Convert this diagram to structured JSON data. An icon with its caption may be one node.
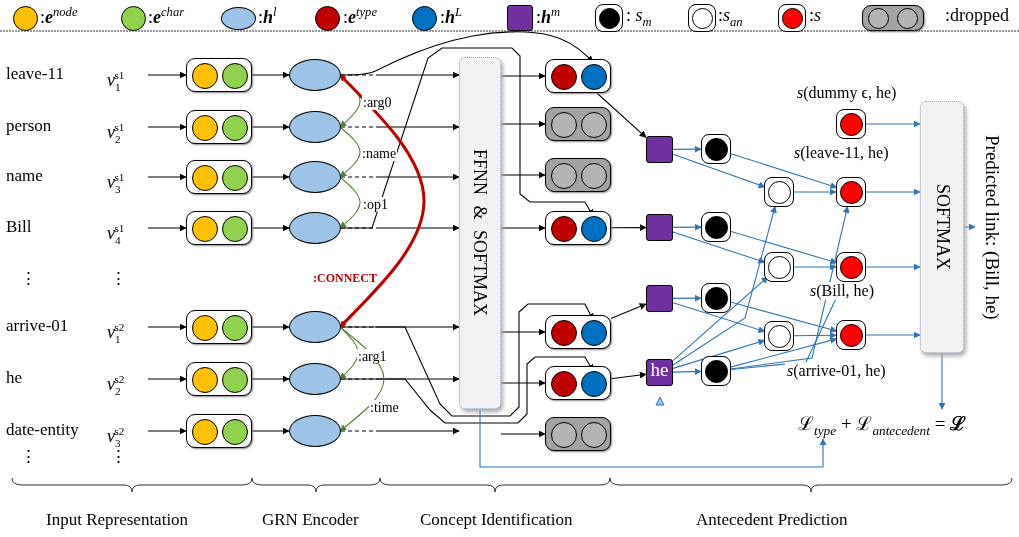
{
  "diagram": {
    "nodes": [
      {
        "text": [
          "*v*$_{1}$$^{s1}$"
        ]
      },
      {
        "text": [
          "*v*$_{2}$$^{s1}$"
        ]
      },
      {
        "text": [
          "*v*$_{3}$$^{s1}$"
        ]
      },
      {
        "text": [
          "*v*$_{4}$$^{s1}$"
        ]
      },
      {
        "text": [
          "*v*$_{1}$$^{s2}$"
        ]
      },
      {
        "text": [
          "*v*$_{2}$$^{s2}$"
        ]
      },
      {
        "text": [
          "*v*$_{3}$$^{s2}$"
        ]
      },
      {
        "text": [],
        "shape": "box"
      },
      {
        "text": [],
        "shape": "box"
      },
      {
        "text": [],
        "shape": "box"
      },
      {
        "text": [],
        "shape": "box"
      },
      {
        "text": [],
        "shape": "box"
      },
      {
        "text": [],
        "shape": "box"
      },
      {
        "text": [],
        "shape": "box"
      },
      {
        "text": [],
        "shape": "ellipse"
      },
      {
        "text": [],
        "shape": "ellipse"
      },
      {
        "text": [],
        "shape": "ellipse"
      },
      {
        "text": [],
        "shape": "ellipse"
      },
      {
        "text": [],
        "shape": "ellipse"
      },
      {
        "text": [],
        "shape": "ellipse"
      },
      {
        "text": [],
        "shape": "ellipse"
      },
      {
        "text": [
          "FFNN & SOFTMAX"
        ]
      },
      {
        "text": [],
        "shape": "box"
      },
      {
        "text": [],
        "shape": "box"
      },
      {
        "text": [],
        "shape": "box"
      },
      {
        "text": [],
        "shape": "box"
      },
      {
        "text": [],
        "shape": "box"
      },
      {
        "text": [],
        "shape": "box"
      },
      {
        "text": [],
        "shape": "box"
      },
      {
        "text": [],
        "shape": "box"
      },
      {
        "text": [],
        "shape": "box"
      },
      {
        "text": [],
        "shape": "box"
      },
      {
        "text": [
          "he"
        ]
      },
      {
        "text": [],
        "shape": "circle"
      },
      {
        "text": [],
        "shape": "circle"
      },
      {
        "text": [],
        "shape": "circle"
      },
      {
        "text": [],
        "shape": "circle"
      },
      {
        "text": [],
        "shape": "circle"
      },
      {
        "text": [],
        "shape": "circle"
      },
      {
        "text": [],
        "shape": "circle"
      },
      {
        "text": [],
        "shape": "circle",
        "beside": [
          "*s*(dummy ϵ, he)"
        ]
      },
      {
        "text": [],
        "shape": "circle",
        "beside": [
          "*s*(leave-11, he)"
        ]
      },
      {
        "text": [],
        "shape": "circle",
        "beside": [
          "*s*(Bill, he)"
        ]
      },
      {
        "text": [],
        "shape": "circle",
        "beside": [
          "*s*(arrive-01, he)"
        ]
      },
      {
        "text": [
          "SOFTMAX"
        ]
      },
      {
        "text": [
          "Predicted link: (Bill, he)"
        ]
      },
      {
        "text": [
          "ℒ$_{type}$ + ℒ$_{antecedent}$ = **ℒ**"
        ]
      }
    ],
    "edges": [
      {
        "from": 0,
        "to": 7,
        "arrow": "to"
      },
      {
        "from": 1,
        "to": 8,
        "arrow": "to"
      },
      {
        "from": 2,
        "to": 9,
        "arrow": "to"
      },
      {
        "from": 3,
        "to": 10,
        "arrow": "to"
      },
      {
        "from": 4,
        "to": 11,
        "arrow": "to"
      },
      {
        "from": 5,
        "to": 12,
        "arrow": "to"
      },
      {
        "from": 6,
        "to": 13,
        "arrow": "to"
      },
      {
        "from": 7,
        "to": 14,
        "arrow": "to"
      },
      {
        "from": 8,
        "to": 15,
        "arrow": "to"
      },
      {
        "from": 9,
        "to": 16,
        "arrow": "to"
      },
      {
        "from": 10,
        "to": 17,
        "arrow": "to"
      },
      {
        "from": 11,
        "to": 18,
        "arrow": "to"
      },
      {
        "from": 12,
        "to": 19,
        "arrow": "to"
      },
      {
        "from": 13,
        "to": 20,
        "arrow": "to"
      },
      {
        "from": 14,
        "to": 21,
        "arrow": "to",
        "style": "dashed"
      },
      {
        "from": 15,
        "to": 21,
        "arrow": "to",
        "style": "dashed"
      },
      {
        "from": 16,
        "to": 21,
        "arrow": "to",
        "style": "dashed"
      },
      {
        "from": 17,
        "to": 21,
        "arrow": "to",
        "style": "dashed"
      },
      {
        "from": 18,
        "to": 21,
        "arrow": "to",
        "style": "dashed"
      },
      {
        "from": 19,
        "to": 21,
        "arrow": "to",
        "style": "dashed"
      },
      {
        "from": 20,
        "to": 21,
        "arrow": "to",
        "style": "dashed"
      },
      {
        "from": 21,
        "to": 22,
        "arrow": "to"
      },
      {
        "from": 21,
        "to": 23,
        "arrow": "to"
      },
      {
        "from": 21,
        "to": 24,
        "arrow": "to"
      },
      {
        "from": 21,
        "to": 25,
        "arrow": "to"
      },
      {
        "from": 21,
        "to": 26,
        "arrow": "to"
      },
      {
        "from": 21,
        "to": 27,
        "arrow": "to"
      },
      {
        "from": 21,
        "to": 28,
        "arrow": "to"
      },
      {
        "from": 14,
        "to": 22,
        "arrow": "to"
      },
      {
        "from": 17,
        "to": 25,
        "arrow": "to"
      },
      {
        "from": 18,
        "to": 26,
        "arrow": "to"
      },
      {
        "from": 19,
        "to": 27,
        "arrow": "to"
      },
      {
        "from": 14,
        "to": 15,
        "arrow": "to",
        "label": ":arg0",
        "color": "#548235"
      },
      {
        "from": 15,
        "to": 16,
        "arrow": "to",
        "label": ":name",
        "color": "#548235"
      },
      {
        "from": 16,
        "to": 17,
        "arrow": "to",
        "label": ":op1",
        "color": "#548235"
      },
      {
        "from": 14,
        "to": 18,
        "arrow": "both",
        "label": ":CONNECT",
        "color": "#c00000",
        "style": "thick"
      },
      {
        "from": 18,
        "to": 19,
        "arrow": "to",
        "label": ":arg1",
        "color": "#548235"
      },
      {
        "from": 18,
        "to": 20,
        "arrow": "to",
        "label": ":time",
        "color": "#548235"
      },
      {
        "from": 22,
        "to": 29,
        "arrow": "to"
      },
      {
        "from": 25,
        "to": 30,
        "arrow": "to"
      },
      {
        "from": 26,
        "to": 31,
        "arrow": "to"
      },
      {
        "from": 27,
        "to": 32,
        "arrow": "to"
      },
      {
        "from": 29,
        "to": 33,
        "arrow": "to",
        "color": "#2e75b6"
      },
      {
        "from": 30,
        "to": 34,
        "arrow": "to",
        "color": "#2e75b6"
      },
      {
        "from": 31,
        "to": 35,
        "arrow": "to",
        "color": "#2e75b6"
      },
      {
        "from": 32,
        "to": 36,
        "arrow": "to",
        "color": "#2e75b6"
      },
      {
        "from": 29,
        "to": 37,
        "arrow": "to",
        "color": "#2e75b6"
      },
      {
        "from": 30,
        "to": 38,
        "arrow": "to",
        "color": "#2e75b6"
      },
      {
        "from": 31,
        "to": 39,
        "arrow": "to",
        "color": "#2e75b6"
      },
      {
        "from": 32,
        "to": 37,
        "arrow": "to",
        "color": "#2e75b6"
      },
      {
        "from": 32,
        "to": 38,
        "arrow": "to",
        "color": "#2e75b6"
      },
      {
        "from": 32,
        "to": 39,
        "arrow": "to",
        "color": "#2e75b6"
      },
      {
        "from": 33,
        "to": 41,
        "arrow": "to",
        "color": "#2e75b6"
      },
      {
        "from": 34,
        "to": 42,
        "arrow": "to",
        "color": "#2e75b6"
      },
      {
        "from": 35,
        "to": 43,
        "arrow": "to",
        "color": "#2e75b6"
      },
      {
        "from": 36,
        "to": 41,
        "arrow": "to",
        "color": "#2e75b6"
      },
      {
        "from": 36,
        "to": 42,
        "arrow": "to",
        "color": "#2e75b6"
      },
      {
        "from": 36,
        "to": 43,
        "arrow": "to",
        "color": "#2e75b6"
      },
      {
        "from": 37,
        "to": 41,
        "arrow": "to",
        "color": "#2e75b6"
      },
      {
        "from": 38,
        "to": 42,
        "arrow": "to",
        "color": "#2e75b6"
      },
      {
        "from": 39,
        "to": 43,
        "arrow": "to",
        "color": "#2e75b6"
      },
      {
        "from": 40,
        "to": 44,
        "arrow": "to",
        "color": "#2e75b6"
      },
      {
        "from": 41,
        "to": 44,
        "arrow": "to",
        "color": "#2e75b6"
      },
      {
        "from": 42,
        "to": 44,
        "arrow": "to",
        "color": "#2e75b6"
      },
      {
        "from": 43,
        "to": 44,
        "arrow": "to",
        "color": "#2e75b6"
      },
      {
        "from": 44,
        "to": 45,
        "arrow": "to",
        "color": "#2e75b6"
      },
      {
        "from": 44,
        "to": 46,
        "arrow": "to",
        "color": "#2e75b6"
      },
      {
        "from": 21,
        "to": 46,
        "arrow": "to",
        "color": "#2e75b6"
      }
    ],
    "labels": [
      "leave-11",
      "person",
      "name",
      "Bill",
      "⋮",
      "⋮",
      "arrive-01",
      "he",
      "date-entity",
      "⋮",
      "⋮",
      "Input Representation",
      "GRN Encoder",
      "Concept Identification",
      "Antecedent Prediction"
    ],
    "legend": [
      {
        "text": ":**e**$^{node}$",
        "color": "#ffc000"
      },
      {
        "text": ":**e**$^{char}$",
        "color": "#92d050"
      },
      {
        "text": ":**h**$^{l}$",
        "color": "#9dc3e6"
      },
      {
        "text": ":**e**$^{type}$",
        "color": "#c00000"
      },
      {
        "text": ":**h**$^{L}$",
        "color": "#0070c0"
      },
      {
        "text": ":**h**$^{m}$",
        "color": "#7030a0"
      },
      {
        "text": ": *s*$_{m}$",
        "color": "#000000"
      },
      {
        "text": ":*s*$_{an}$",
        "color": "#ffffff"
      },
      {
        "text": ":*s*",
        "color": "#ff0000"
      },
      {
        "text": ":dropped"
      }
    ]
  }
}
